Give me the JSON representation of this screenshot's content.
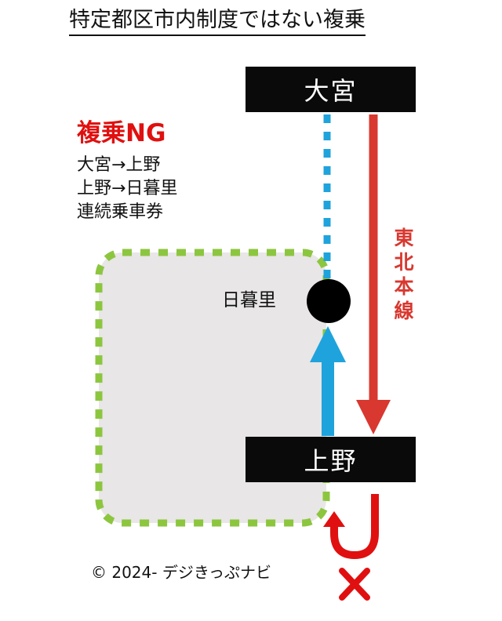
{
  "title": "特定都区市内制度ではない複乗",
  "stations": {
    "omiya": "大宮",
    "ueno": "上野",
    "nippori": "日暮里"
  },
  "ng_box": {
    "heading": "複乗NG",
    "items": [
      "大宮→上野",
      "上野→日暮里",
      "連続乗車券"
    ]
  },
  "line_name": "東北本線",
  "copyright": "© 2024- デジきっぷナビ",
  "colors": {
    "area_fill": "#e8e6e6",
    "area_border": "#8cc63f",
    "blue_route": "#1fa3dd",
    "red_route": "#d8382f",
    "ng_red": "#e01010"
  },
  "icons": [
    "u-turn-arrow-icon",
    "cross-mark-icon"
  ]
}
